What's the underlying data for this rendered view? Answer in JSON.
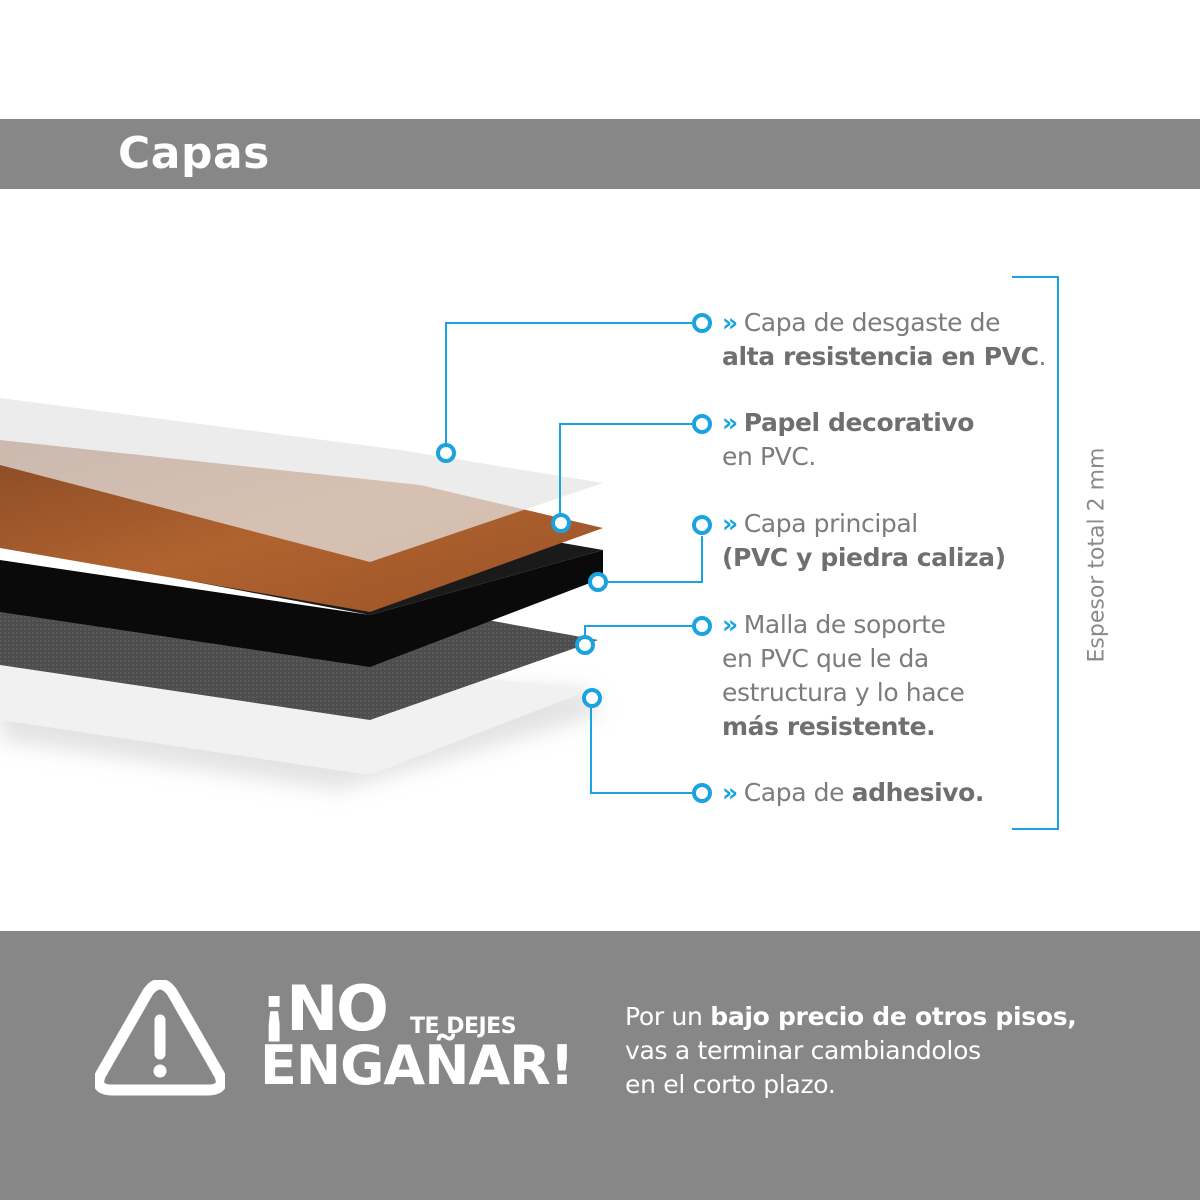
{
  "header": {
    "title": "Capas"
  },
  "colors": {
    "band_gray": "#878787",
    "accent_blue": "#1aa3e0",
    "text_gray": "#7c7c7c",
    "wood": "#a85a2a",
    "core_black": "#121212",
    "mesh_gray": "#4a4a4a",
    "clear_layer": "#e6e6e6",
    "adhesive_white": "#f2f2f2"
  },
  "layers": [
    {
      "id": "wear",
      "arrow": "»",
      "text_1": "Capa de desgaste de",
      "bold_1": "alta resistencia en PVC",
      "text_2": "."
    },
    {
      "id": "decor",
      "arrow": "»",
      "bold_1": "Papel decorativo",
      "text_1": "en PVC."
    },
    {
      "id": "core",
      "arrow": "»",
      "text_1": "Capa principal",
      "bold_1": "(PVC y piedra caliza)"
    },
    {
      "id": "mesh",
      "arrow": "»",
      "text_1": "Malla de soporte",
      "text_2": "en PVC que le da",
      "text_3": "estructura y lo hace",
      "bold_1": "más resistente."
    },
    {
      "id": "adhesive",
      "arrow": "»",
      "text_1": "Capa de ",
      "bold_1": "adhesivo."
    }
  ],
  "thickness_label": "Espesor total 2 mm",
  "footer": {
    "slogan_no": "¡NO",
    "slogan_small": "TE DEJES",
    "slogan_big": "ENGAÑAR!",
    "text_1": "Por un ",
    "bold_1": "bajo precio de otros pisos,",
    "text_2": "vas a terminar cambiandolos",
    "text_3": "en el corto plazo."
  }
}
